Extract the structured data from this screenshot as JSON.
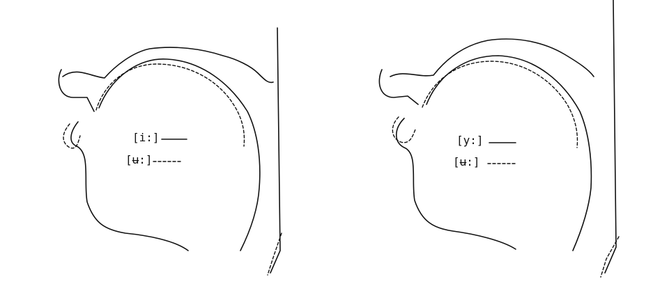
{
  "figure": {
    "left_panel": {
      "legend": [
        {
          "label": "[i:]",
          "style": "solid"
        },
        {
          "label": "[ʉ:]",
          "style": "dashed"
        }
      ]
    },
    "right_panel": {
      "legend": [
        {
          "label": "[y:]",
          "style": "solid"
        },
        {
          "label": "[ʉ:]",
          "style": "dashed"
        }
      ]
    },
    "colors": {
      "ink": "#111111",
      "bleed_text": "#cfcfcf",
      "background": "#ffffff"
    }
  }
}
